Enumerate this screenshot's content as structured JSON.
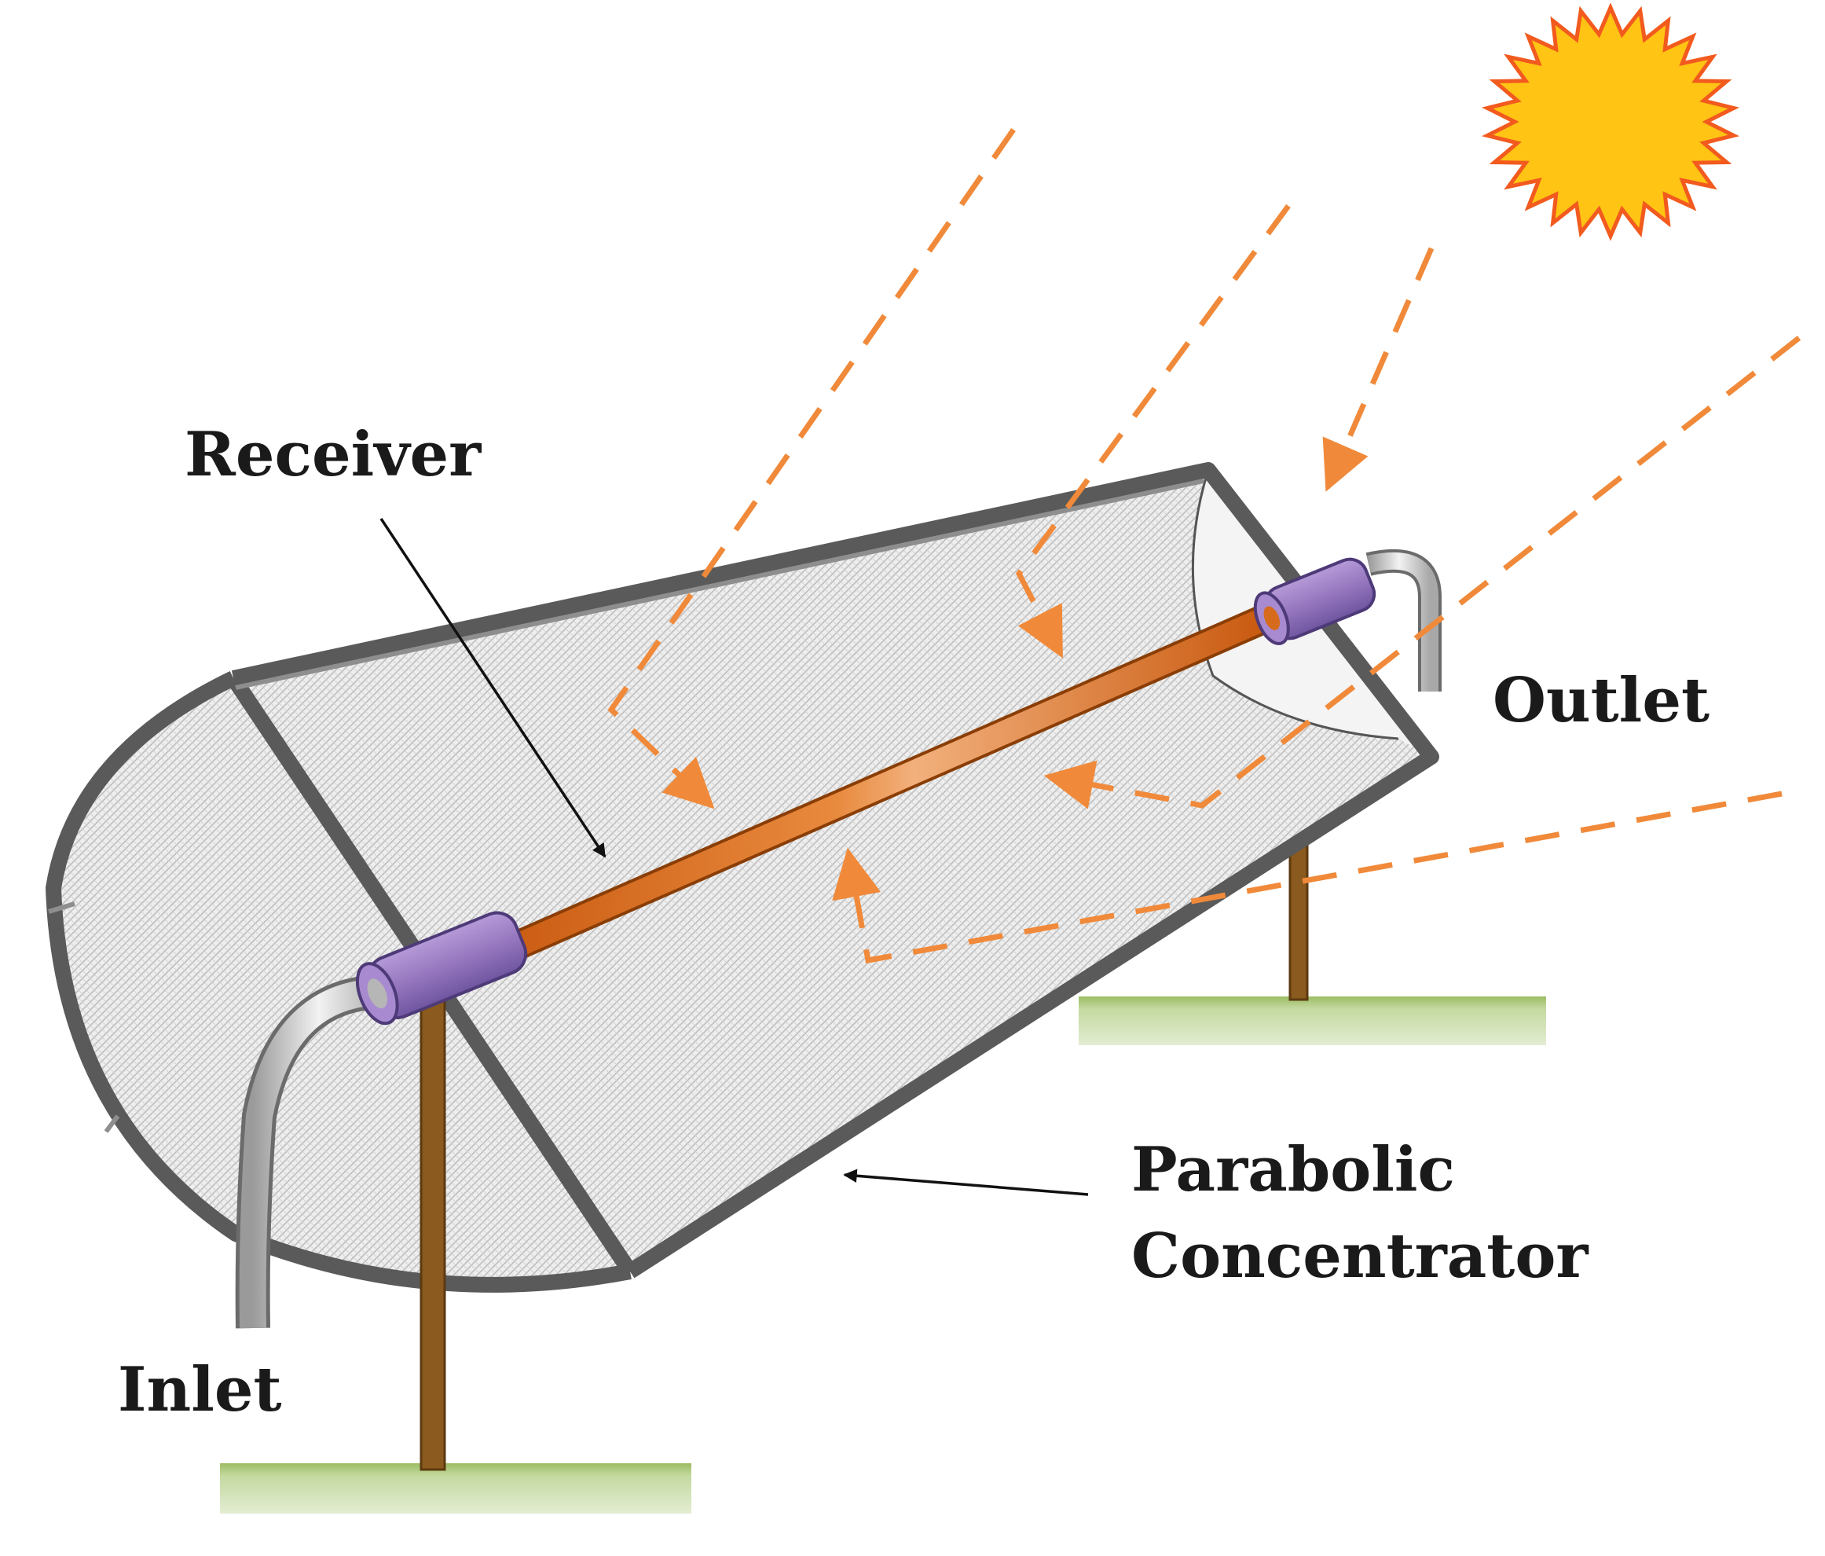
{
  "labels": {
    "receiver": "Receiver",
    "outlet": "Outlet",
    "inlet": "Inlet",
    "concentrator_line1": "Parabolic",
    "concentrator_line2": "Concentrator"
  },
  "colors": {
    "ray": "#f08a3a",
    "sun_fill": "#ffc414",
    "sun_stroke": "#f25a1e",
    "receiver_tube": "#e27820",
    "end_cap": "#9a7cc0",
    "frame": "#5a5a5a",
    "ground": "#b6cf8a",
    "post": "#8a5a1e"
  },
  "icons": {
    "sun": "sun-icon"
  }
}
